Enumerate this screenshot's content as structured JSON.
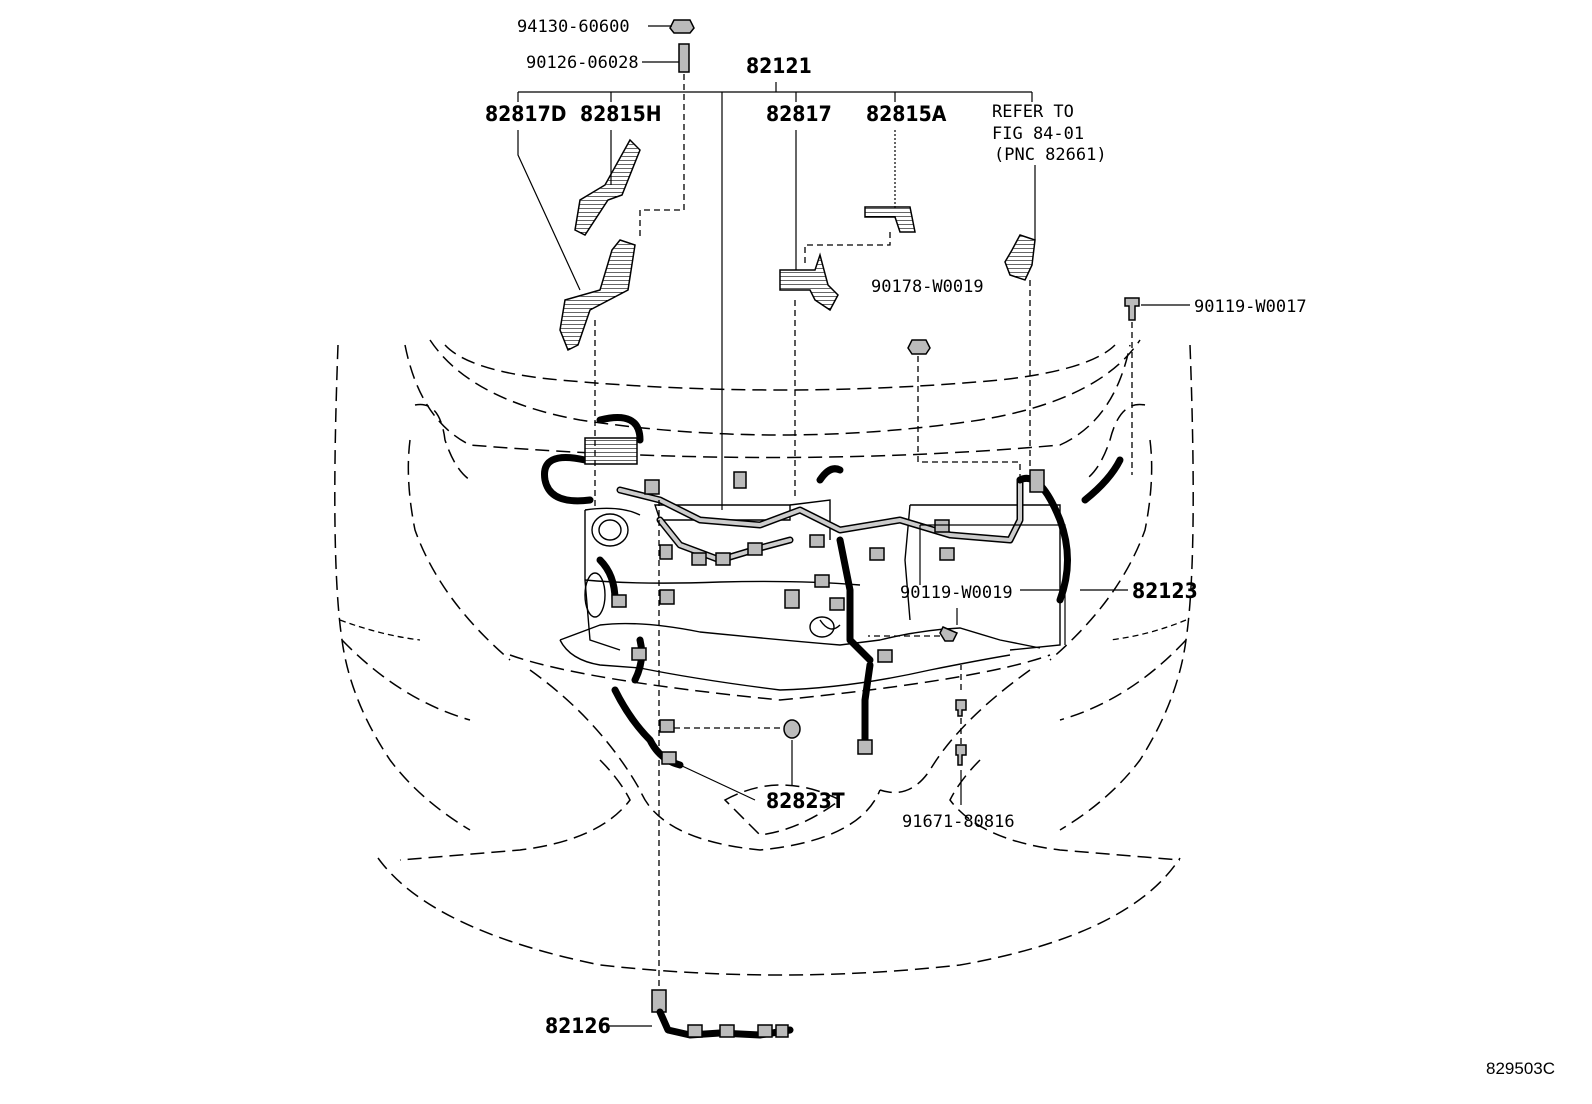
{
  "figure_id": "829503C",
  "parts": {
    "p94130": "94130-60600",
    "p90126": "90126-06028",
    "p82121": "82121",
    "p82817D": "82817D",
    "p82815H": "82815H",
    "p82817": "82817",
    "p82815A": "82815A",
    "refer_line1": "REFER TO",
    "refer_line2": "FIG 84-01",
    "refer_line3": "(PNC 82661)",
    "p90178": "90178-W0019",
    "p90119_17": "90119-W0017",
    "p90119_19": "90119-W0019",
    "p82123": "82123",
    "p82823T": "82823T",
    "p91671": "91671-80816",
    "p82126": "82126"
  }
}
